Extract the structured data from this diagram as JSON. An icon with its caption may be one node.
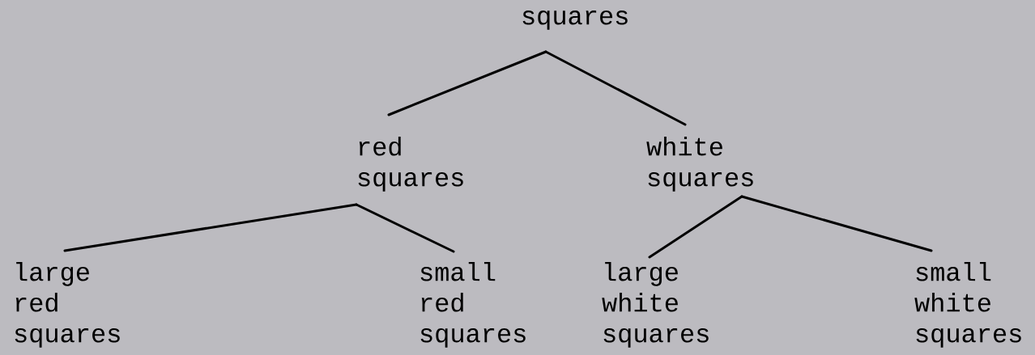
{
  "diagram": {
    "nodes": [
      {
        "text": [
          "squares"
        ]
      },
      {
        "text": [
          "red squares"
        ]
      },
      {
        "text": [
          "white squares"
        ]
      },
      {
        "text": [
          "large red squares"
        ]
      },
      {
        "text": [
          "small red squares"
        ]
      },
      {
        "text": [
          "large white squares"
        ]
      },
      {
        "text": [
          "small white squares"
        ]
      }
    ],
    "edges": [
      {
        "from": 0,
        "to": 1,
        "arrow": "none"
      },
      {
        "from": 0,
        "to": 2,
        "arrow": "none"
      },
      {
        "from": 1,
        "to": 3,
        "arrow": "none"
      },
      {
        "from": 1,
        "to": 4,
        "arrow": "none"
      },
      {
        "from": 2,
        "to": 5,
        "arrow": "none"
      },
      {
        "from": 2,
        "to": 6,
        "arrow": "none"
      }
    ]
  }
}
